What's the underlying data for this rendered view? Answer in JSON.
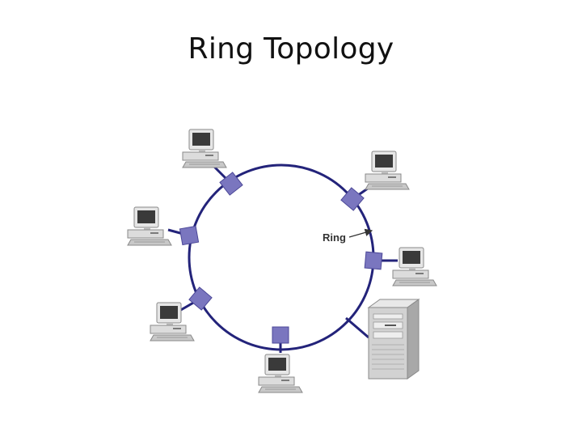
{
  "slide": {
    "title": "Ring Topology"
  },
  "diagram": {
    "ring_label": "Ring",
    "colors": {
      "ring": "#23237a",
      "connector": "#7a76bf",
      "connector_stroke": "#4c4898",
      "computer_body": "#d9d9d9",
      "screen": "#3a3a3a",
      "server_body": "#cfcfcf"
    },
    "nodes": [
      {
        "name": "workstation-top-left",
        "icon": "computer-icon"
      },
      {
        "name": "workstation-top-right",
        "icon": "computer-icon"
      },
      {
        "name": "workstation-left",
        "icon": "computer-icon"
      },
      {
        "name": "workstation-right",
        "icon": "computer-icon"
      },
      {
        "name": "workstation-lower-left",
        "icon": "computer-icon"
      },
      {
        "name": "workstation-bottom",
        "icon": "computer-icon"
      },
      {
        "name": "server",
        "icon": "server-tower-icon"
      }
    ]
  }
}
